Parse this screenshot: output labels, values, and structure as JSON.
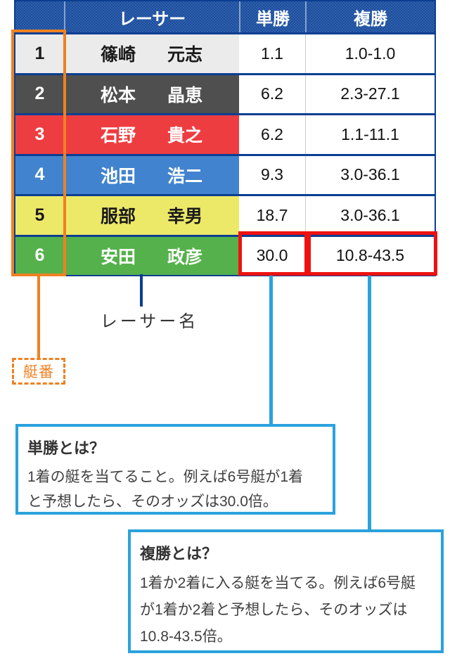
{
  "colors": {
    "navy": "#0b3e92",
    "header_blue": "#1d51a4",
    "orange": "#ef8122",
    "light_blue": "#2aa2dc",
    "red": "#ee1111"
  },
  "table": {
    "headers": {
      "racer": "レーサー",
      "tansho": "単勝",
      "fukusho": "複勝"
    },
    "rows": [
      {
        "num": "1",
        "last": "篠崎",
        "first": "元志",
        "tansho": "1.1",
        "fukusho": "1.0-1.0",
        "bg": "#ebebeb",
        "fg": "#1a1a1a"
      },
      {
        "num": "2",
        "last": "松本",
        "first": "晶恵",
        "tansho": "6.2",
        "fukusho": "2.3-27.1",
        "bg": "#4f4f4f",
        "fg": "#ffffff"
      },
      {
        "num": "3",
        "last": "石野",
        "first": "貴之",
        "tansho": "6.2",
        "fukusho": "1.1-11.1",
        "bg": "#ee3d41",
        "fg": "#ffffff"
      },
      {
        "num": "4",
        "last": "池田",
        "first": "浩二",
        "tansho": "9.3",
        "fukusho": "3.0-36.1",
        "bg": "#4183ce",
        "fg": "#ffffff"
      },
      {
        "num": "5",
        "last": "服部",
        "first": "幸男",
        "tansho": "18.7",
        "fukusho": "3.0-36.1",
        "bg": "#ece968",
        "fg": "#1a1a1a"
      },
      {
        "num": "6",
        "last": "安田",
        "first": "政彦",
        "tansho": "30.0",
        "fukusho": "10.8-43.5",
        "bg": "#55b14c",
        "fg": "#ffffff"
      }
    ]
  },
  "annotations": {
    "racer_name_label": "レーサー名",
    "boat_number_label": "艇番",
    "tansho_box": {
      "title": "単勝とは？",
      "lines": [
        "1着の艇を当てること。例えば6号艇が1着",
        "と予想したら、そのオッズは30.0倍。"
      ]
    },
    "fukusho_box": {
      "title": "複勝とは？",
      "lines": [
        "1着か2着に入る艇を当てる。例えば6号艇",
        "が1着か2着と予想したら、そのオッズは",
        "10.8-43.5倍。"
      ]
    }
  }
}
